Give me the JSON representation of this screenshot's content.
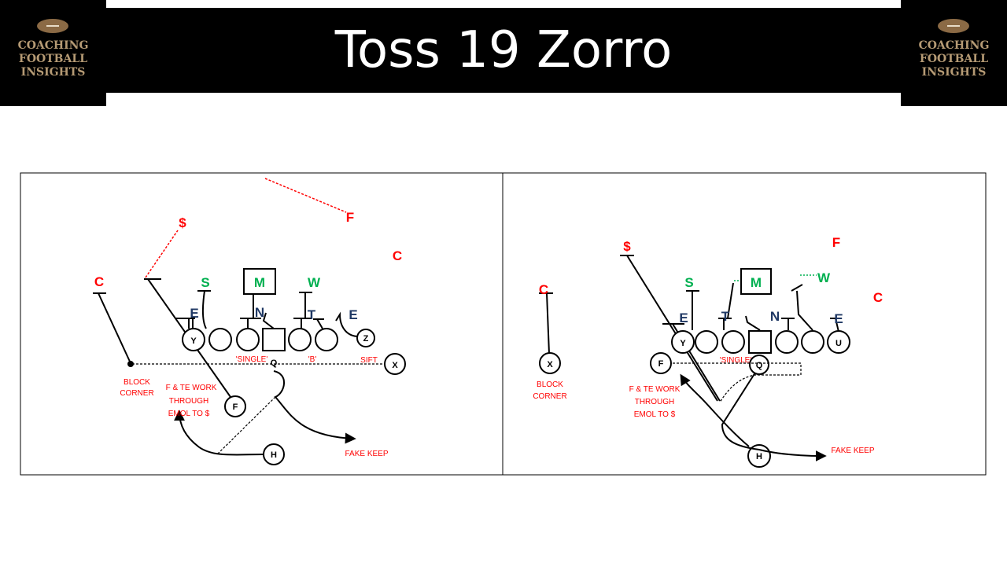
{
  "title": "Toss 19 Zorro",
  "logo": {
    "line1": "COACHING",
    "line2": "FOOTBALL",
    "line3": "INSIGHTS",
    "icon": "football-icon"
  },
  "colors": {
    "banner": "#000000",
    "title_text": "#ffffff",
    "logo_text": "#b59a74",
    "defense_red": "#ff0000",
    "linebacker_green": "#00b050",
    "dline_navy": "#1f3864",
    "annotation_red": "#ff0000"
  },
  "left_diagram": {
    "defense": {
      "safety": "$",
      "free_safety": "F",
      "corner_left": "C",
      "corner_right": "C",
      "sam": "S",
      "mike": "M",
      "will": "W",
      "end_left": "E",
      "nose": "N",
      "tackle": "T",
      "end_right": "E"
    },
    "offense": {
      "y": "Y",
      "z": "Z",
      "x": "X",
      "q": "Q",
      "f": "F",
      "h": "H"
    },
    "calls": {
      "single": "'SINGLE'",
      "b": "'B'",
      "sift": "SIFT"
    },
    "notes": {
      "block1": "BLOCK",
      "block2": "CORNER",
      "work1": "F & TE WORK",
      "work2": "THROUGH",
      "work3": "EMOL TO $",
      "fake_keep": "FAKE KEEP"
    }
  },
  "right_diagram": {
    "defense": {
      "safety": "$",
      "free_safety": "F",
      "corner_left": "C",
      "corner_right": "C",
      "sam": "S",
      "mike": "M",
      "will": "W",
      "end_left": "E",
      "tackle": "T",
      "nose": "N",
      "end_right": "E"
    },
    "offense": {
      "y": "Y",
      "u": "U",
      "x": "X",
      "q": "Q",
      "f": "F",
      "h": "H"
    },
    "calls": {
      "single": "'SINGLE'"
    },
    "notes": {
      "block1": "BLOCK",
      "block2": "CORNER",
      "work1": "F & TE WORK",
      "work2": "THROUGH",
      "work3": "EMOL TO $",
      "fake_keep": "FAKE KEEP"
    }
  }
}
